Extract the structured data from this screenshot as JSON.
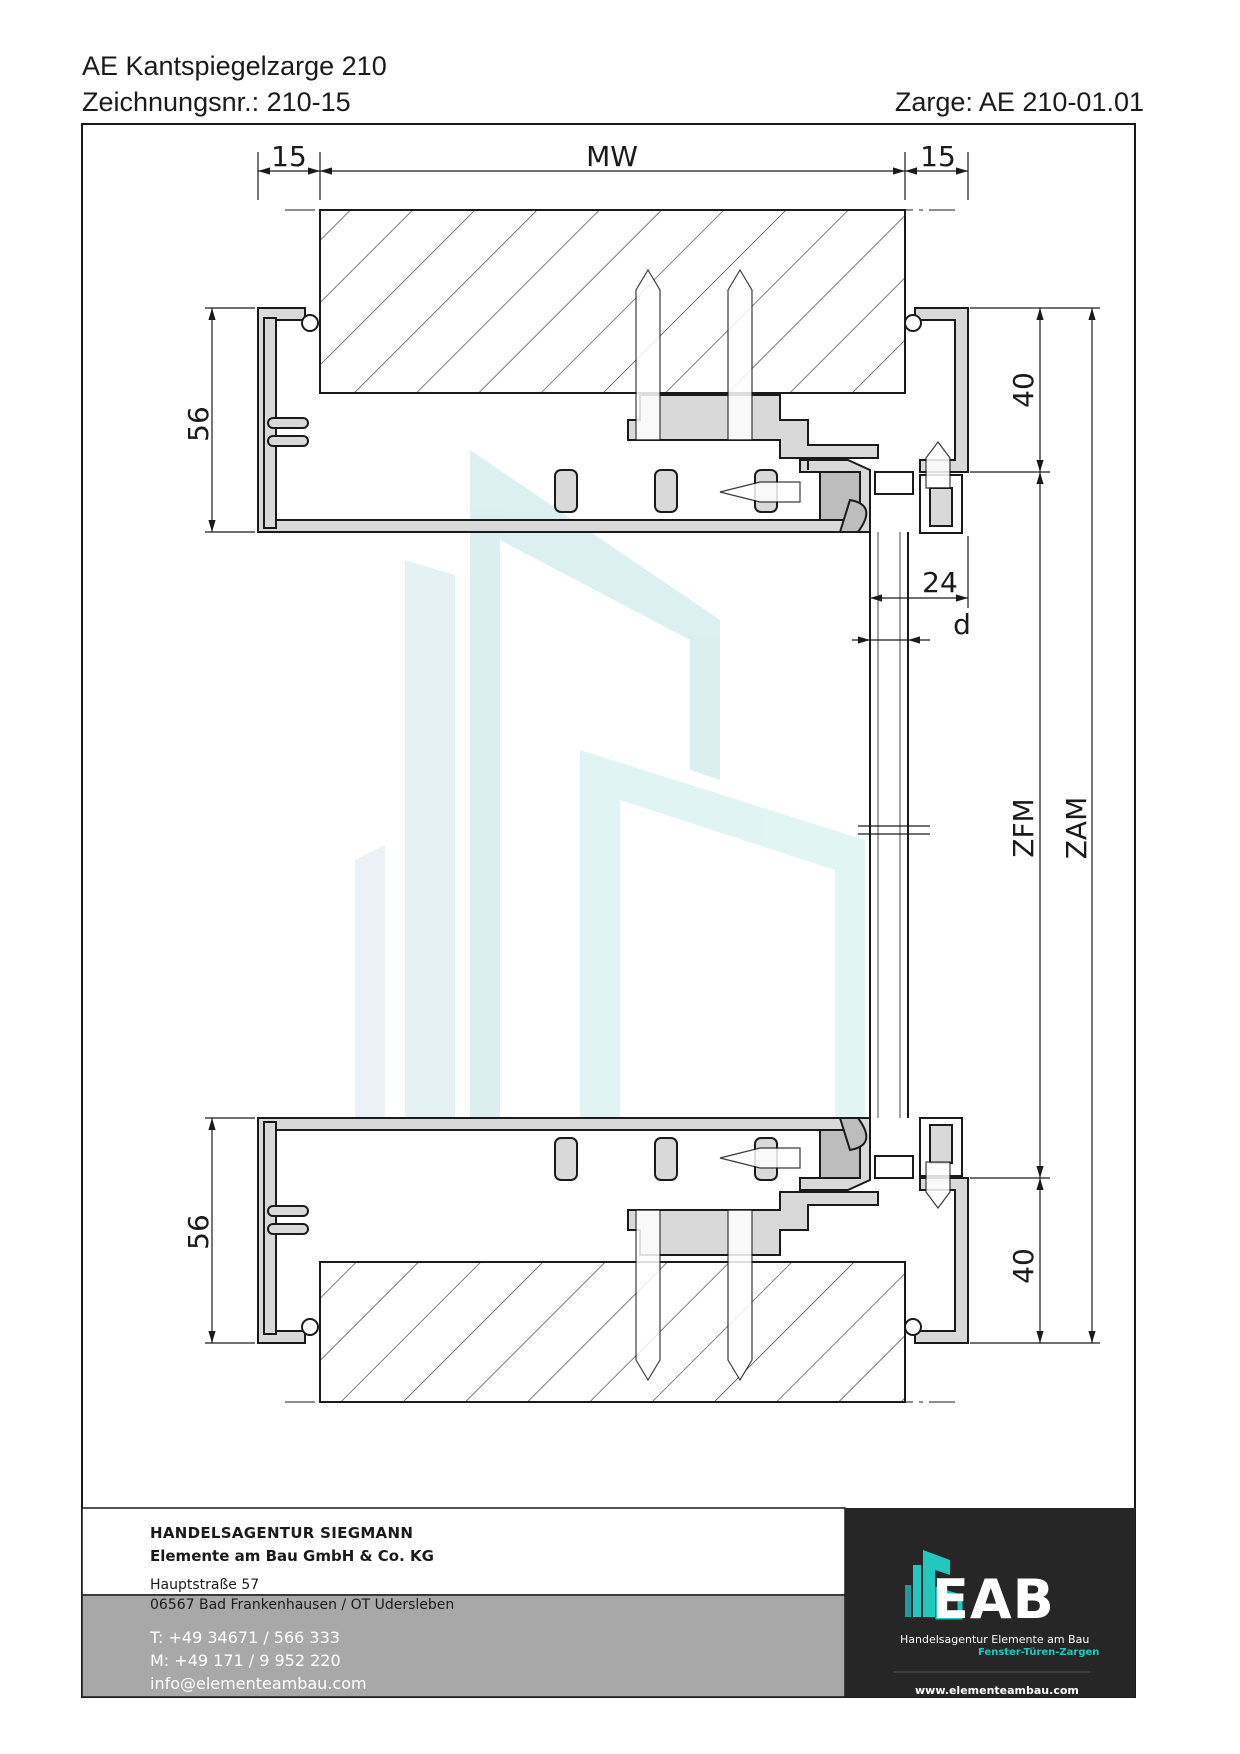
{
  "header": {
    "title": "AE Kantspiegelzarge 210",
    "drawing_no": "Zeichnungsnr.: 210-15",
    "frame": "Zarge: AE 210-01.01"
  },
  "drawing": {
    "dim_left": "15",
    "dim_mw": "MW",
    "dim_right": "15",
    "dim_56_top": "56",
    "dim_56_bottom": "56",
    "dim_40_top": "40",
    "dim_40_bottom": "40",
    "dim_24": "24",
    "dim_d": "d",
    "dim_zfm": "ZFM",
    "dim_zam": "ZAM"
  },
  "footer": {
    "company_line1": "HANDELSAGENTUR SIEGMANN",
    "company_line2": "Elemente am Bau GmbH & Co. KG",
    "street": "Hauptstraße 57",
    "city": "06567 Bad Frankenhausen / OT Udersleben",
    "phone": "T: +49 34671 / 566 333",
    "mobile": "M: +49 171 / 9 952 220",
    "email": "info@elementeambau.com",
    "logo_text": "EAB",
    "logo_tagline": "Handelsagentur Elemente am Bau",
    "logo_subtagline": "Fenster-Türen-Zargen",
    "website": "www.elementeambau.com"
  },
  "colors": {
    "profile_fill": "#d9d9d9",
    "outline": "#1a1a1a",
    "watermark": "#bfe3e6",
    "footer_gray": "#a8a8a8",
    "footer_dark": "#262626",
    "logo_teal": "#22c7c0"
  }
}
